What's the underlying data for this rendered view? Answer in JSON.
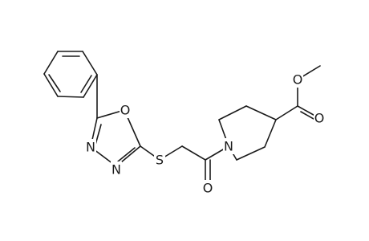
{
  "molecule": {
    "atoms": {
      "O_ring": "O",
      "N_upper": "N",
      "N_lower": "N",
      "S": "S",
      "O_carbonyl": "O",
      "N_piperidine": "N",
      "O_ester_single": "O",
      "O_ester_double": "O"
    },
    "colors": {
      "bond": "#1a1a1a",
      "label": "#1a1a1a",
      "background": "#ffffff"
    }
  }
}
